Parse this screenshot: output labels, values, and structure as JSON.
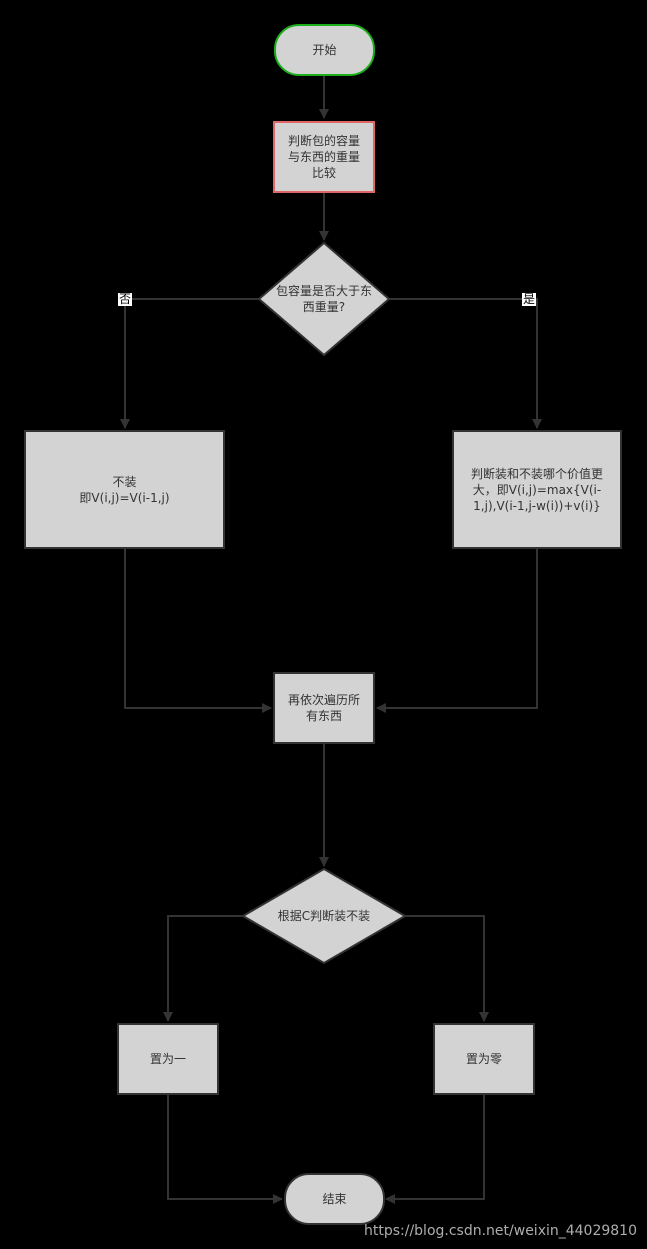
{
  "flowchart": {
    "start": "开始",
    "compare": "判断包的容量\n与东西的重量\n比较",
    "decision_capacity": "包容量是否大于东\n西重量?",
    "label_no": "否",
    "label_yes": "是",
    "no_pack": "不装\n即V(i,j)=V(i-1,j)",
    "pack_choice": "判断装和不装哪个价值更\n大，即V(i,j)=max{V(i-\n1,j),V(i-1,j-w(i))+v(i)}",
    "traverse": "再依次遍历所\n有东西",
    "decision_c": "根据C判断装不装",
    "set_one": "置为一",
    "set_zero": "置为零",
    "end": "结束"
  },
  "watermark": "https://blog.csdn.net/weixin_44029810",
  "colors": {
    "background": "#000000",
    "node_fill": "#d3d3d3",
    "node_stroke": "#333333",
    "start_stroke": "#1aaf1a",
    "compare_stroke": "#e06666",
    "edge": "#333333"
  }
}
